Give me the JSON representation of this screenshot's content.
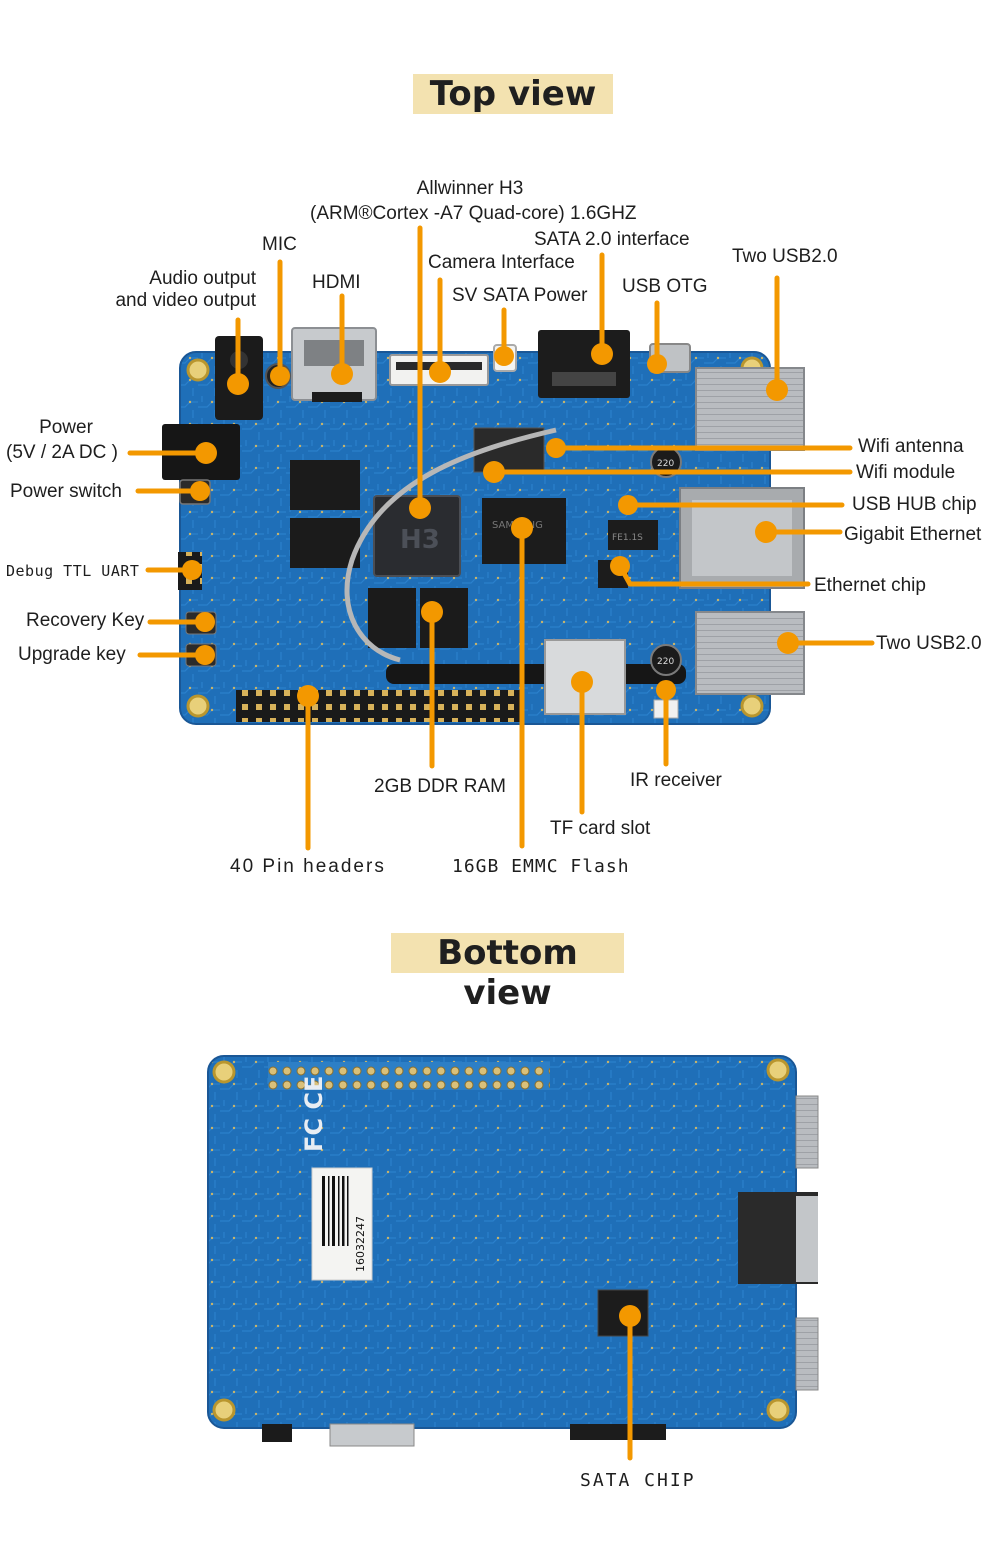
{
  "top_view": {
    "title": "Top view",
    "labels": {
      "soc_line1": "Allwinner H3",
      "soc_line2": "(ARM®Cortex -A7 Quad-core) 1.6GHZ",
      "sata_interface": "SATA 2.0 interface",
      "two_usb_top": "Two USB2.0",
      "mic": "MIC",
      "camera": "Camera Interface",
      "audio_line1": "Audio output",
      "audio_line2": "and video output",
      "hdmi": "HDMI",
      "usb_otg": "USB OTG",
      "sata_power": "SV SATA Power",
      "power_line1": "Power",
      "power_line2": "(5V / 2A DC )",
      "wifi_antenna": "Wifi antenna",
      "wifi_module": "Wifi module",
      "power_switch": "Power switch",
      "usb_hub": "USB HUB chip",
      "gigabit": "Gigabit Ethernet",
      "debug_uart": "Debug TTL UART",
      "ethernet_chip": "Ethernet chip",
      "recovery_key": "Recovery Key",
      "two_usb_right": "Two USB2.0",
      "upgrade_key": "Upgrade key",
      "ir_receiver": "IR receiver",
      "ddr_ram": "2GB DDR RAM",
      "tf_card": "TF card slot",
      "pin_headers": "40 Pin headers",
      "emmc": "16GB EMMC Flash"
    },
    "chip_text": {
      "soc": "H3",
      "emmc": "SAMSUNG",
      "usb_hub": "FE1.1S",
      "cap1": "220",
      "cap2": "220"
    }
  },
  "bottom_view": {
    "title": "Bottom view",
    "labels": {
      "sata_chip": "SATA CHIP"
    },
    "barcode_number": "16032247",
    "cert_marks": "FC CE"
  },
  "colors": {
    "banner": "#f3e2b0",
    "pcb": "#1f6fb8",
    "pcb_dark": "#175a99",
    "callout": "#f39800"
  }
}
